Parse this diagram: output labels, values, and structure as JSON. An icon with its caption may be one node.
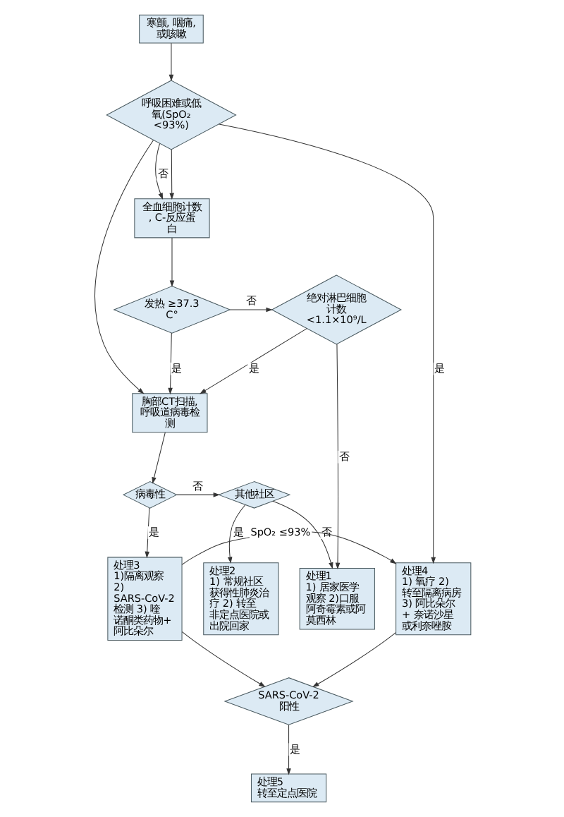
{
  "diagram": {
    "nodes": [
      {
        "text": [
          "寒颤, 咽痛, 或咳嗽"
        ]
      },
      {
        "text": [
          "呼吸困难或低氧(SpO₂ <93%)"
        ]
      },
      {
        "text": [
          "全血细胞计数, C-反应蛋白"
        ]
      },
      {
        "text": [
          "发热 ≥37.3 C°"
        ]
      },
      {
        "text": [
          "绝对淋巴细胞计数 <1.1×10⁹/L"
        ]
      },
      {
        "text": [
          "胸部CT扫描, 呼吸道病毒检测"
        ]
      },
      {
        "text": [
          "其他社区"
        ]
      },
      {
        "text": [
          "病毒性"
        ]
      },
      {
        "text": [
          "处理1",
          "1) 居家医学观察 2)口服阿奇霉素或阿莫西林"
        ]
      },
      {
        "text": [
          "处理2",
          "1) 常规社区获得性肺炎治疗 2) 转至非定点医院或出院回家"
        ]
      },
      {
        "text": [
          "处理3",
          "1)隔离观察 2) SARS-CoV-2 检测 3) 喹诺酮类药物+阿比朵尔"
        ]
      },
      {
        "text": [
          "处理4",
          "1) 氧疗 2) 转至隔离病房 3) 阿比朵尔 + 奈诺沙星或利奈唑胺"
        ]
      },
      {
        "text": [
          "SARS-CoV-2 阳性"
        ]
      },
      {
        "text": [
          "处理5",
          "转至定点医院"
        ]
      }
    ],
    "edges": [
      {
        "from": 0,
        "to": 1,
        "arrow": "to"
      },
      {
        "from": 1,
        "to": 2,
        "arrow": "to",
        "label": "否"
      },
      {
        "from": 1,
        "to": 2,
        "arrow": "to"
      },
      {
        "from": 1,
        "to": 5,
        "arrow": "to"
      },
      {
        "from": 1,
        "to": 11,
        "arrow": "to",
        "label": "是"
      },
      {
        "from": 2,
        "to": 3,
        "arrow": "to"
      },
      {
        "from": 3,
        "to": 4,
        "arrow": "to",
        "label": "否"
      },
      {
        "from": 3,
        "to": 5,
        "arrow": "to",
        "label": "是"
      },
      {
        "from": 4,
        "to": 8,
        "arrow": "to",
        "label": "否"
      },
      {
        "from": 4,
        "to": 5,
        "arrow": "to",
        "label": "是"
      },
      {
        "from": 5,
        "to": 7,
        "arrow": "to"
      },
      {
        "from": 7,
        "to": 6,
        "arrow": "to",
        "label": "否"
      },
      {
        "from": 6,
        "to": 8,
        "arrow": "to",
        "label": "否"
      },
      {
        "from": 6,
        "to": 9,
        "arrow": "to",
        "label": "是"
      },
      {
        "from": 7,
        "to": 10,
        "arrow": "to",
        "label": "是"
      },
      {
        "from": 10,
        "to": 11,
        "arrow": "to",
        "label": "SpO₂ ≤93%"
      },
      {
        "from": 10,
        "to": 12,
        "arrow": "to"
      },
      {
        "from": 11,
        "to": 12,
        "arrow": "to"
      },
      {
        "from": 12,
        "to": 13,
        "arrow": "to",
        "label": "是"
      }
    ]
  }
}
